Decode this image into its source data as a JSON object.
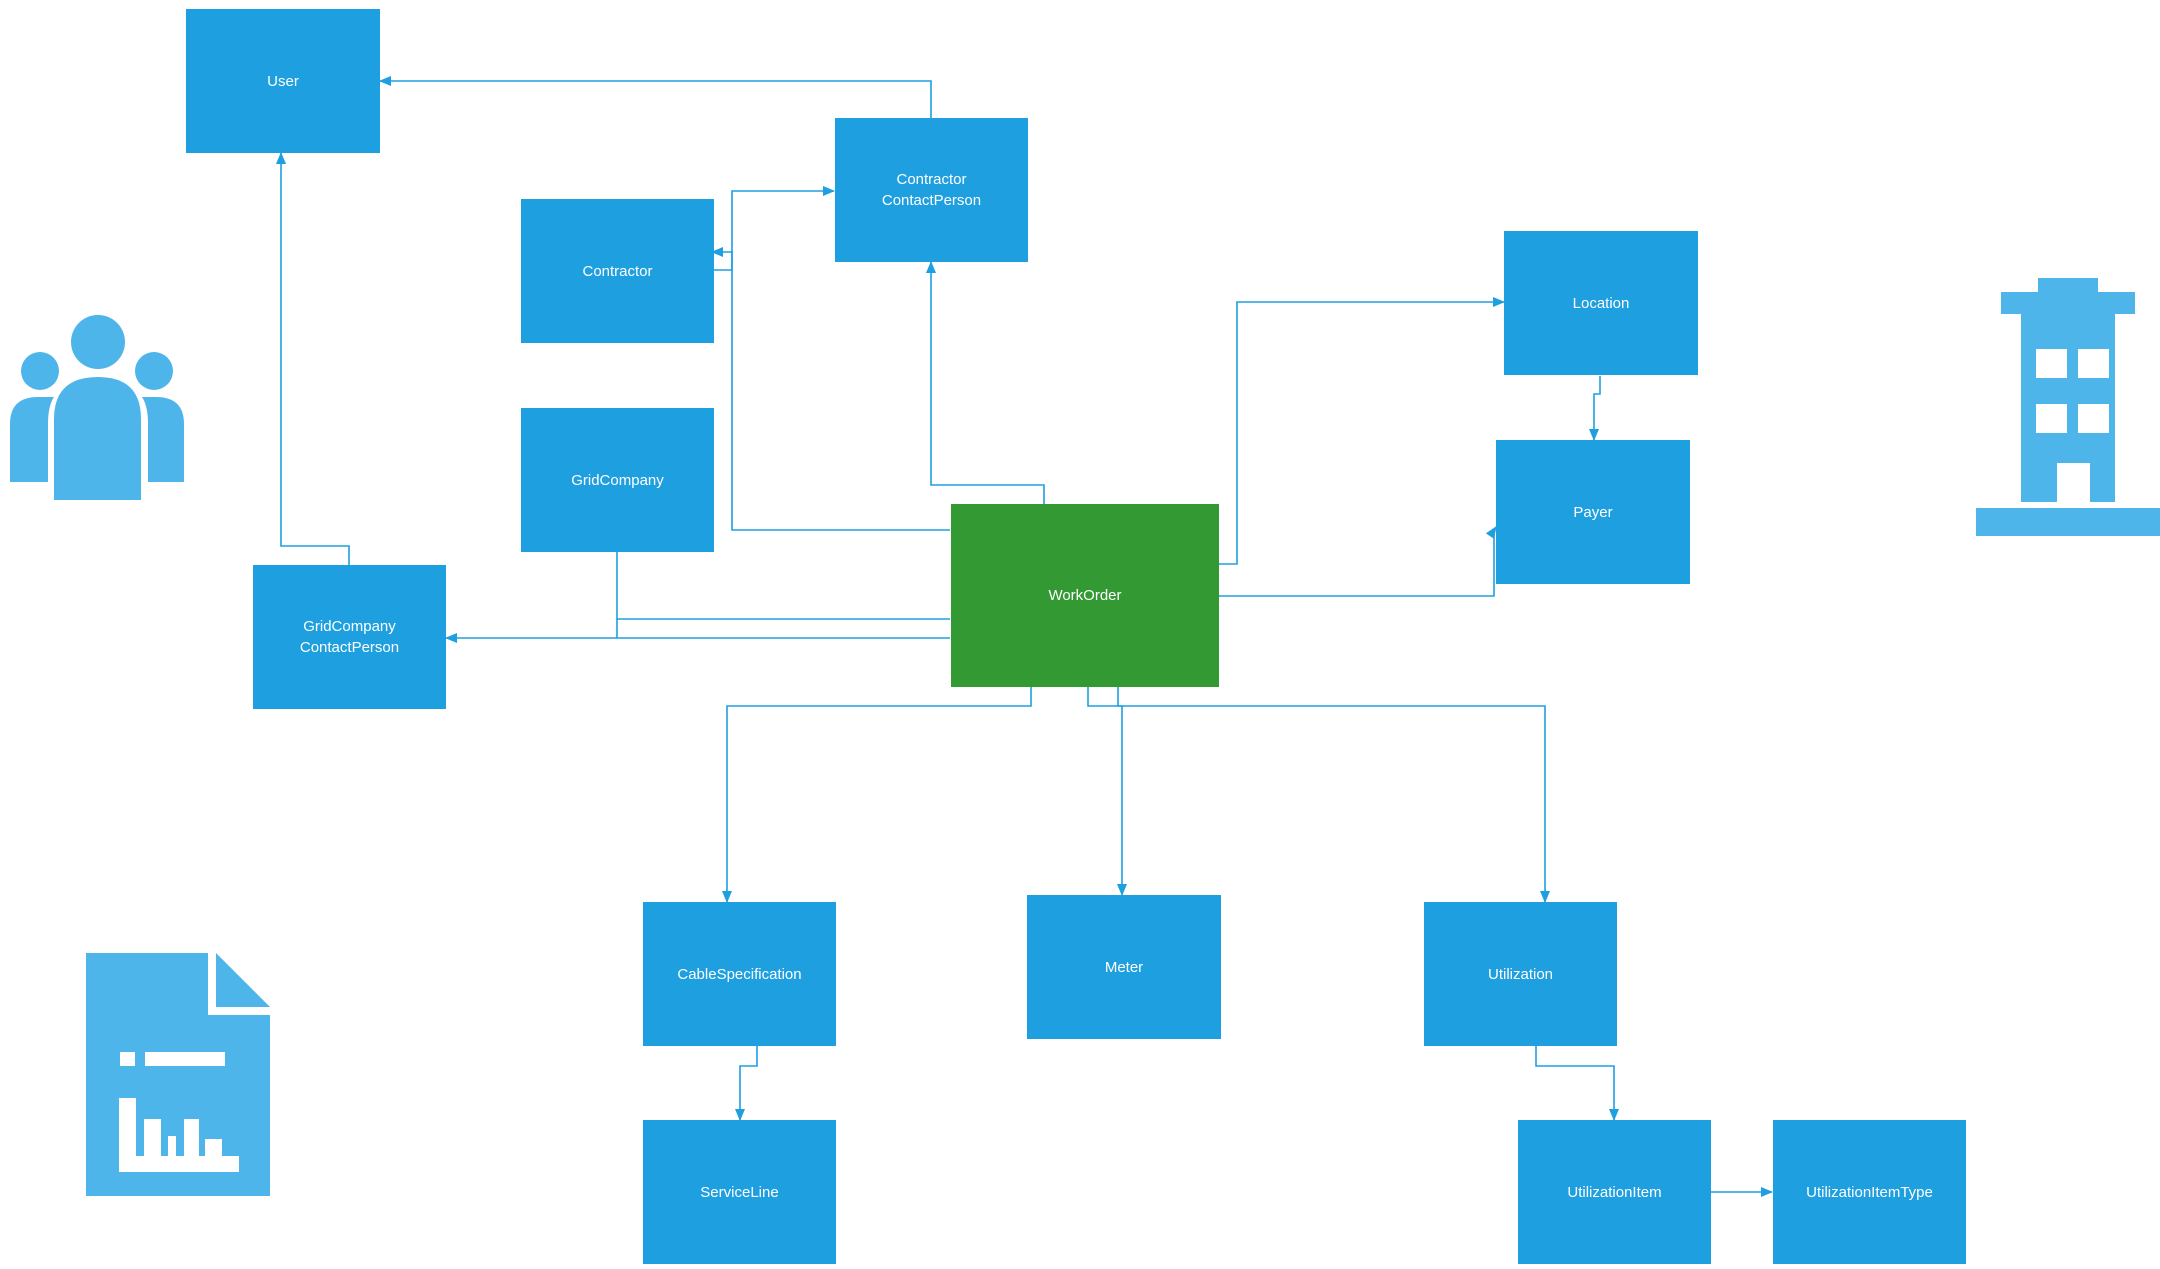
{
  "colors": {
    "entity": "#1E9FE0",
    "primary": "#339933",
    "icon": "#4DB5EA",
    "connector": "#1E9FE0"
  },
  "nodes": {
    "user": {
      "line1": "User"
    },
    "contractor_contact": {
      "line1": "Contractor",
      "line2": "ContactPerson"
    },
    "contractor": {
      "line1": "Contractor"
    },
    "grid_company": {
      "line1": "GridCompany"
    },
    "grid_company_contact": {
      "line1": "GridCompany",
      "line2": "ContactPerson"
    },
    "work_order": {
      "line1": "WorkOrder"
    },
    "location": {
      "line1": "Location"
    },
    "payer": {
      "line1": "Payer"
    },
    "cable_specification": {
      "line1": "CableSpecification"
    },
    "meter": {
      "line1": "Meter"
    },
    "utilization": {
      "line1": "Utilization"
    },
    "service_line": {
      "line1": "ServiceLine"
    },
    "utilization_item": {
      "line1": "UtilizationItem"
    },
    "utilization_item_type": {
      "line1": "UtilizationItemType"
    }
  },
  "icons": [
    "users-group-icon",
    "building-icon",
    "report-document-icon"
  ]
}
